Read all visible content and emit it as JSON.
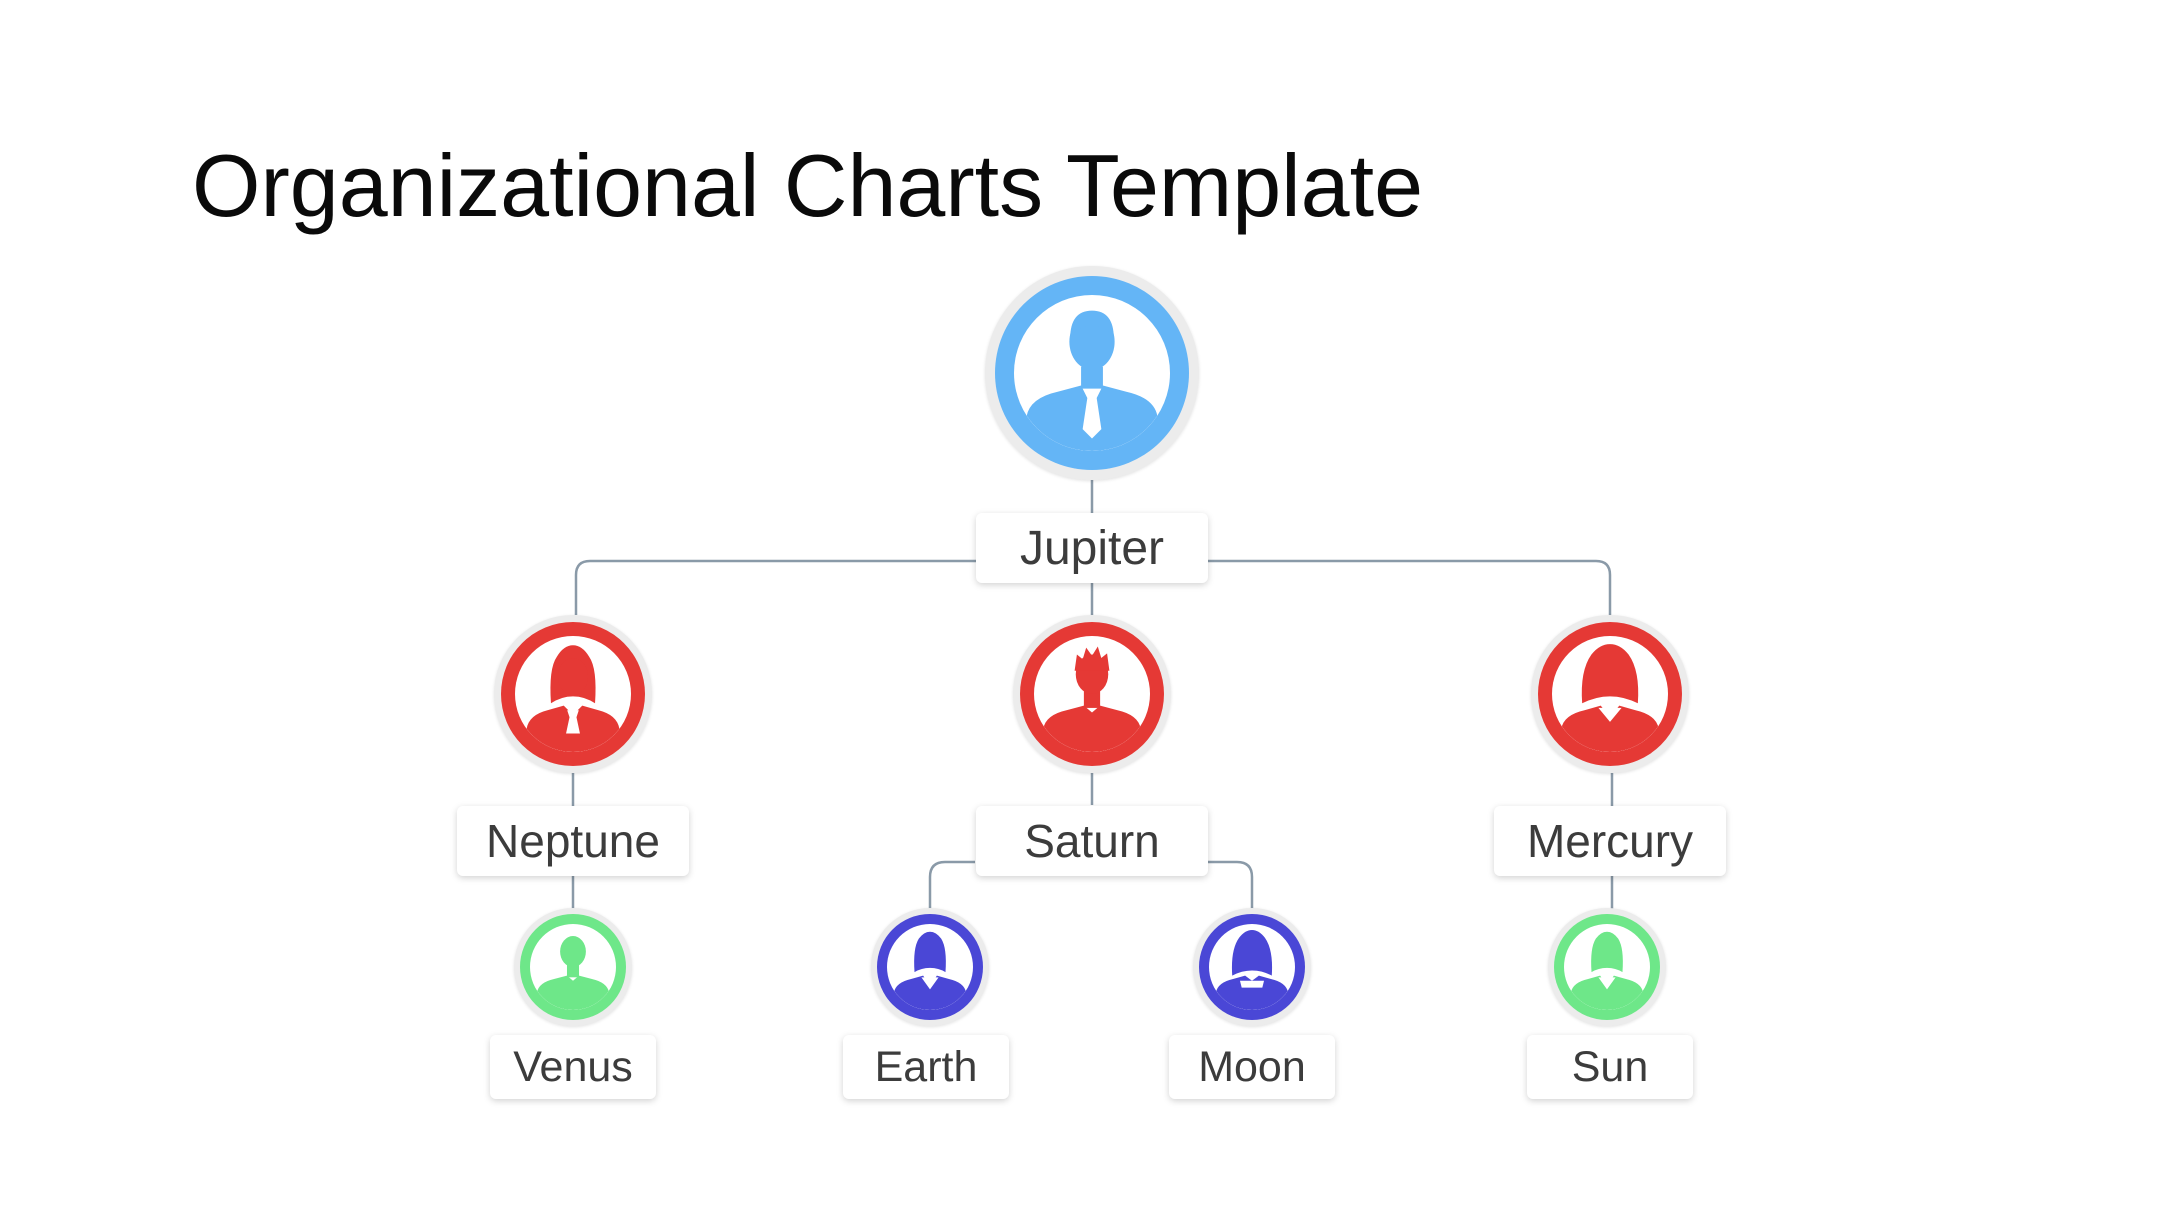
{
  "title": "Organizational Charts Template",
  "colors": {
    "root": "#64b5f6",
    "level1": "#e53935",
    "level2_green": "#6ee789",
    "level2_blue": "#4a47d6",
    "connector": "#8a9aa8"
  },
  "nodes": {
    "jupiter": {
      "label": "Jupiter",
      "icon": "man-with-tie-icon"
    },
    "neptune": {
      "label": "Neptune",
      "icon": "woman-with-tie-icon"
    },
    "saturn": {
      "label": "Saturn",
      "icon": "man-spiky-hair-icon"
    },
    "mercury": {
      "label": "Mercury",
      "icon": "woman-long-hair-icon"
    },
    "venus": {
      "label": "Venus",
      "icon": "man-icon"
    },
    "earth": {
      "label": "Earth",
      "icon": "woman-collar-icon"
    },
    "moon": {
      "label": "Moon",
      "icon": "woman-icon"
    },
    "sun": {
      "label": "Sun",
      "icon": "woman-collar-icon"
    }
  }
}
